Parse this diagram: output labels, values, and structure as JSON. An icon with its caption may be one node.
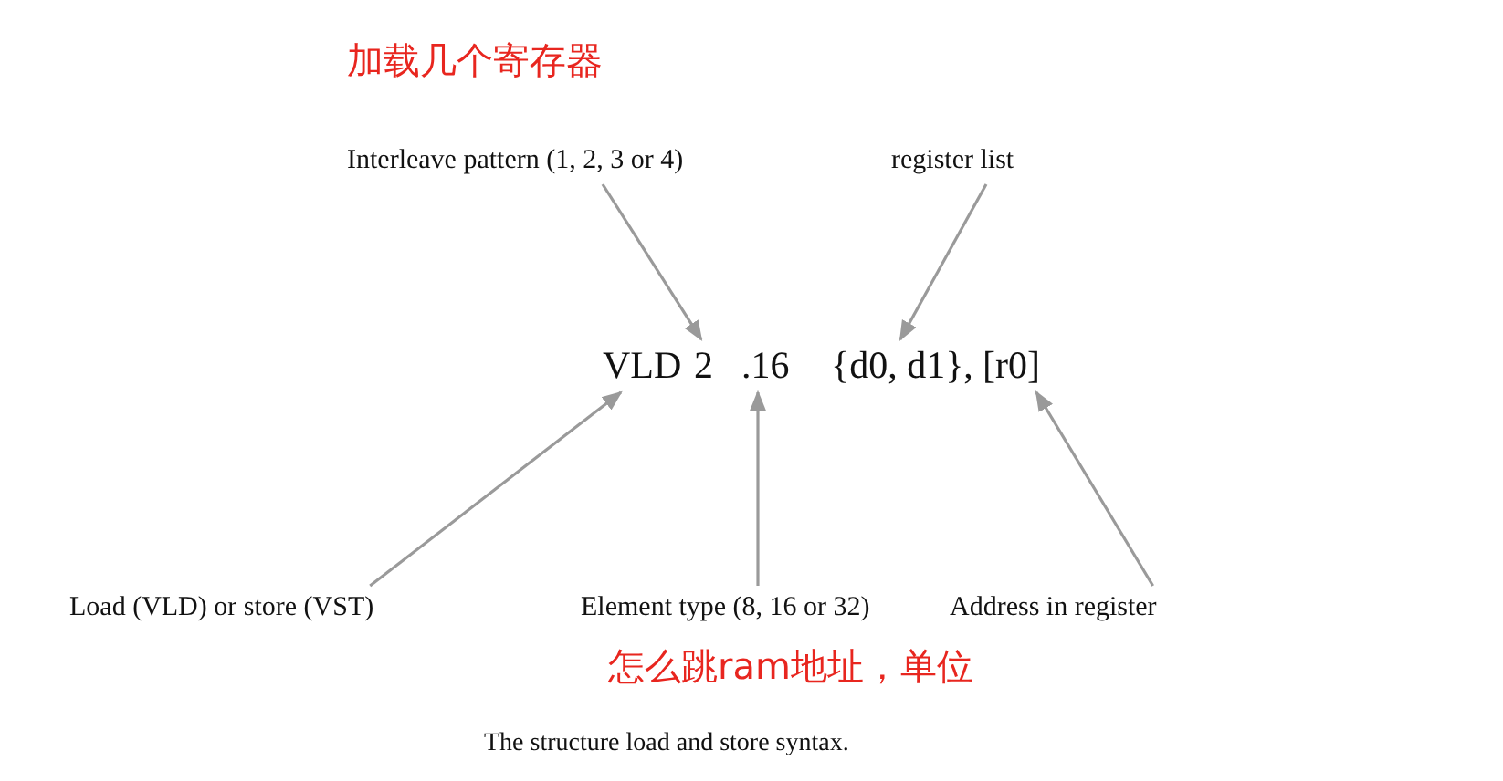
{
  "diagram": {
    "caption": "The structure load and store syntax.",
    "nodes": [
      {
        "text": [
          "Interleave pattern (1, 2, 3 or 4)"
        ],
        "beside": [
          "加载几个寄存器"
        ]
      },
      {
        "text": [
          "register list"
        ]
      },
      {
        "text": [
          "VLD"
        ]
      },
      {
        "text": [
          "2"
        ]
      },
      {
        "text": [
          ".16"
        ]
      },
      {
        "text": [
          "{d0, d1},"
        ]
      },
      {
        "text": [
          "[r0]"
        ]
      },
      {
        "text": [
          "Load (VLD) or store (VST)"
        ]
      },
      {
        "text": [
          "Element type (8, 16 or 32)"
        ],
        "beside": [
          "怎么跳ram地址，单位"
        ]
      },
      {
        "text": [
          "Address in register"
        ]
      }
    ],
    "edges": [
      {
        "from": 0,
        "to": 3,
        "arrow": "to"
      },
      {
        "from": 1,
        "to": 5,
        "arrow": "to"
      },
      {
        "from": 7,
        "to": 2,
        "arrow": "to"
      },
      {
        "from": 8,
        "to": 4,
        "arrow": "to"
      },
      {
        "from": 9,
        "to": 6,
        "arrow": "to"
      }
    ]
  }
}
